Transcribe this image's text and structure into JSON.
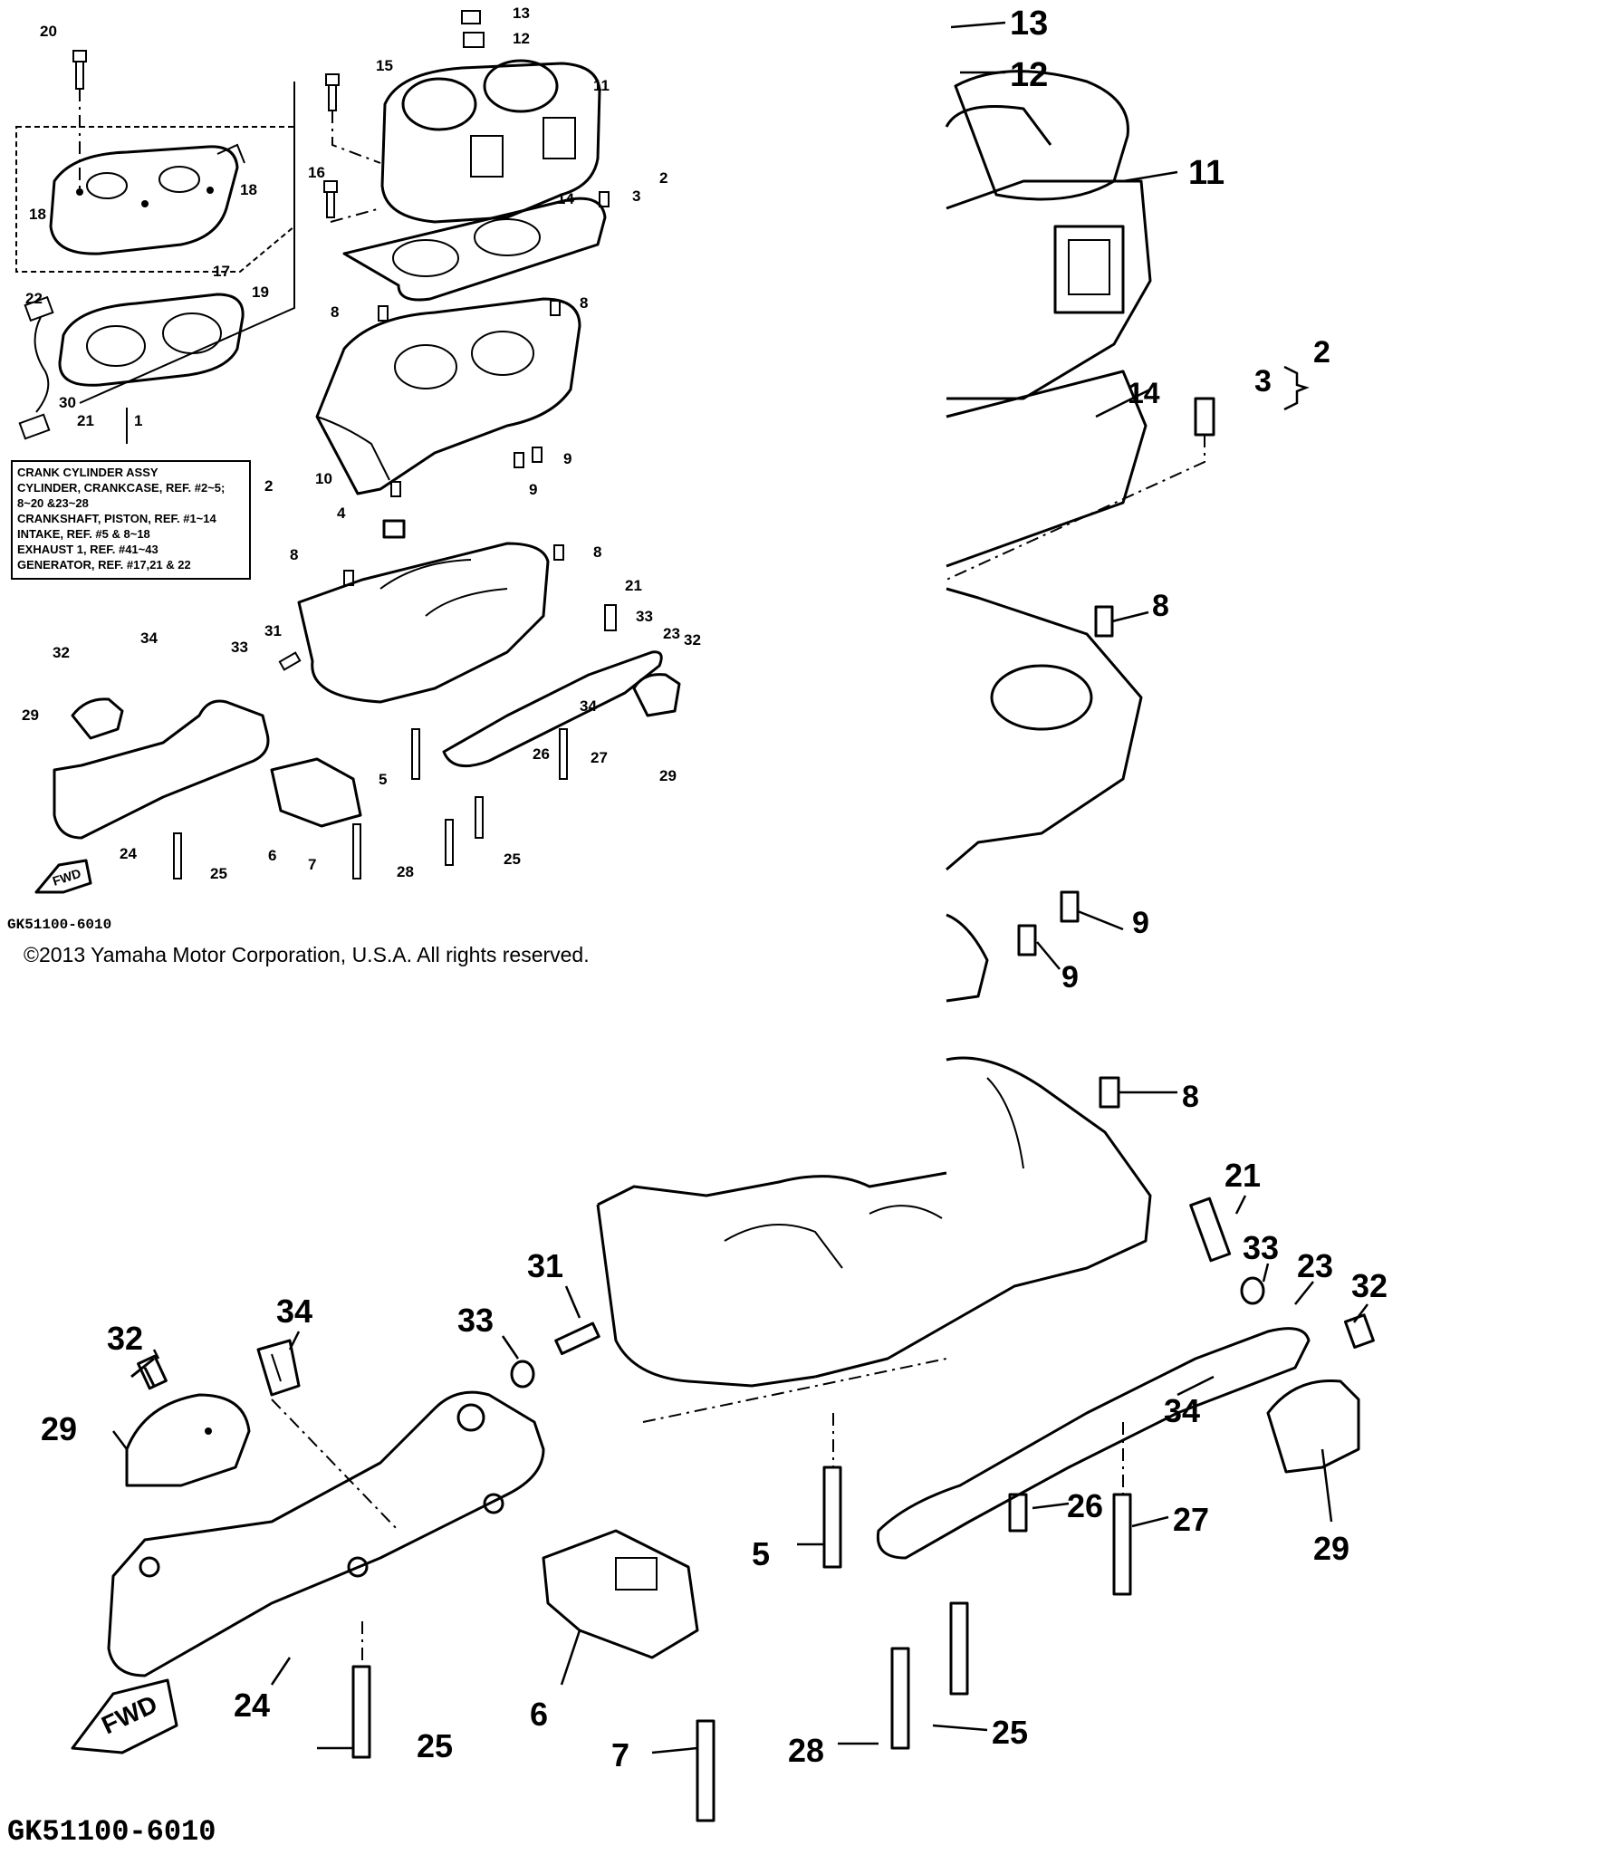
{
  "labels": {
    "p1": "1",
    "p2": "2",
    "p3": "3",
    "p4": "4",
    "p5": "5",
    "p6": "6",
    "p7": "7",
    "p8": "8",
    "p9": "9",
    "p10": "10",
    "p11": "11",
    "p12": "12",
    "p13": "13",
    "p14": "14",
    "p15": "15",
    "p16": "16",
    "p17": "17",
    "p18": "18",
    "p19": "19",
    "p20": "20",
    "p21": "21",
    "p22": "22",
    "p23": "23",
    "p24": "24",
    "p25": "25",
    "p26": "26",
    "p27": "27",
    "p28": "28",
    "p29": "29",
    "p30": "30",
    "p31": "31",
    "p32": "32",
    "p33": "33",
    "p34": "34"
  },
  "reference_box": {
    "lines": [
      "CRANK CYLINDER ASSY",
      "CYLINDER, CRANKCASE, REF. #2~5;",
      "  8~20 &23~28",
      "CRANKSHAFT, PISTON, REF. #1~14",
      "INTAKE, REF. #5 & 8~18",
      "EXHAUST 1, REF. #41~43",
      "GENERATOR, REF. #17,21 & 22"
    ]
  },
  "fwd_label": "FWD",
  "diagram_code": "GK51100-6010",
  "copyright": "©2013 Yamaha Motor Corporation, U.S.A. All rights reserved."
}
